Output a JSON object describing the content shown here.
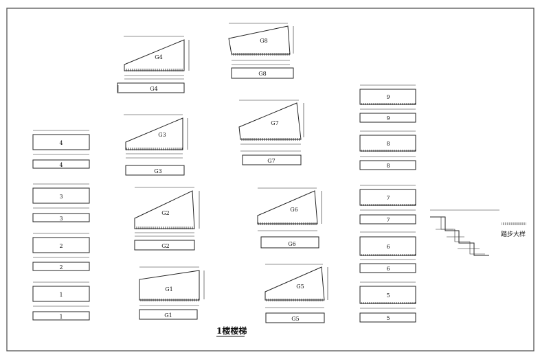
{
  "title": "1楼楼梯",
  "detail_label": "踏步大样",
  "pieces": {
    "G4": "G4",
    "G3": "G3",
    "G2": "G2",
    "G1": "G1",
    "G8": "G8",
    "G7": "G7",
    "G6": "G6",
    "G5": "G5",
    "s4": "4",
    "s3": "3",
    "s2": "2",
    "s1": "1",
    "s9": "9",
    "s8": "8",
    "s7": "7",
    "s6": "6",
    "s5": "5"
  }
}
